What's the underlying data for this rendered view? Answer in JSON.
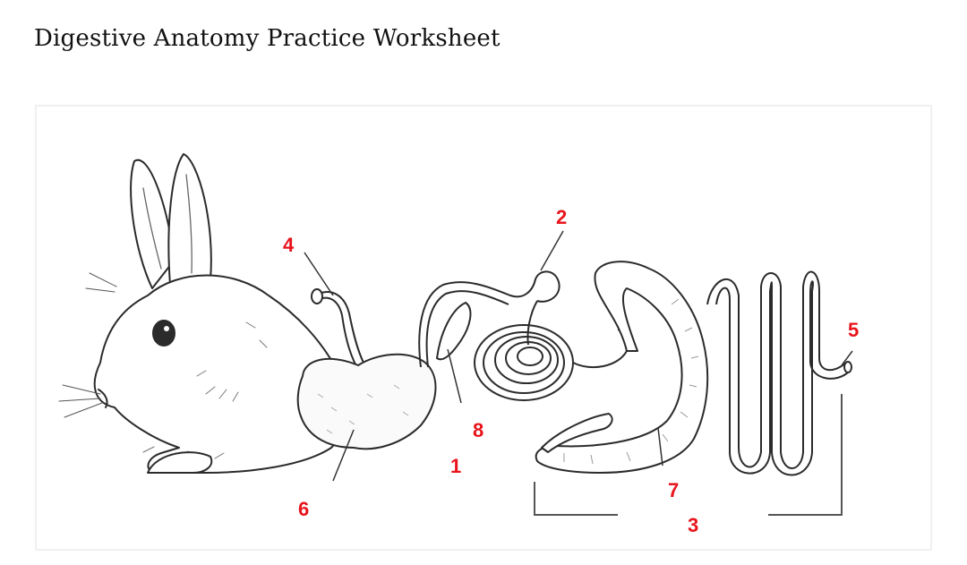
{
  "page": {
    "title": "Digestive Anatomy Practice Worksheet"
  },
  "colors": {
    "label": "#e8141b",
    "ink": "#2b2b2b",
    "shade": "#d9d9d9",
    "background": "#ffffff"
  },
  "labels": [
    {
      "id": "label-1",
      "text": "1"
    },
    {
      "id": "label-2",
      "text": "2"
    },
    {
      "id": "label-3",
      "text": "3"
    },
    {
      "id": "label-4",
      "text": "4"
    },
    {
      "id": "label-5",
      "text": "5"
    },
    {
      "id": "label-6",
      "text": "6"
    },
    {
      "id": "label-7",
      "text": "7"
    },
    {
      "id": "label-8",
      "text": "8"
    }
  ]
}
